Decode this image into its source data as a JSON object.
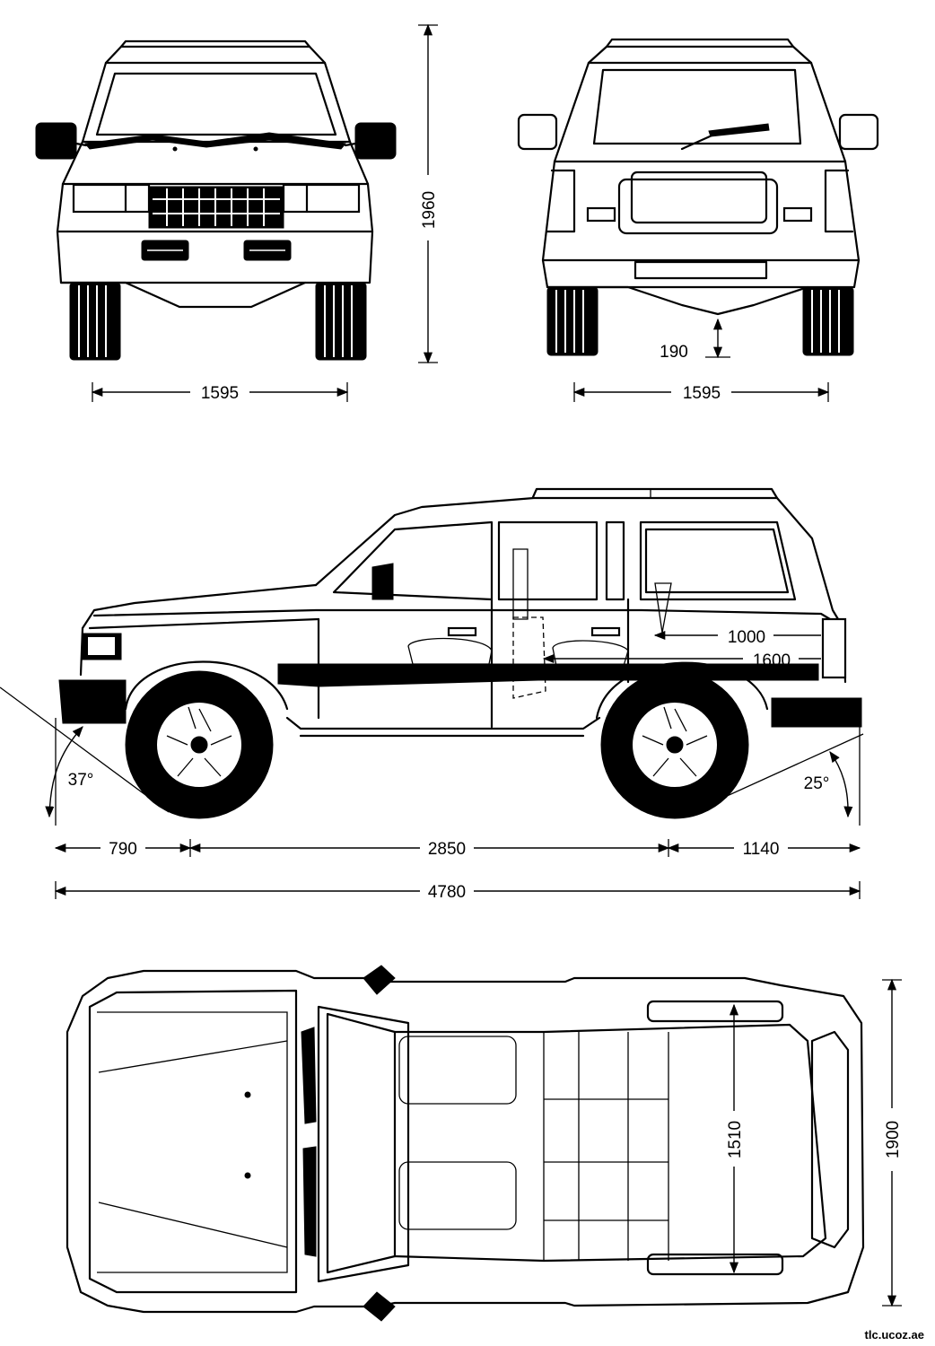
{
  "dimensions": {
    "front_track": "1595",
    "rear_track": "1595",
    "height": "1960",
    "ground_clearance": "190",
    "cargo_length_1": "1000",
    "cargo_length_2": "1600",
    "approach_angle": "37°",
    "departure_angle": "25°",
    "front_overhang": "790",
    "wheelbase": "2850",
    "rear_overhang": "1140",
    "overall_length": "4780",
    "interior_width": "1510",
    "overall_width": "1900"
  },
  "watermark": "tlc.ucoz.ae"
}
